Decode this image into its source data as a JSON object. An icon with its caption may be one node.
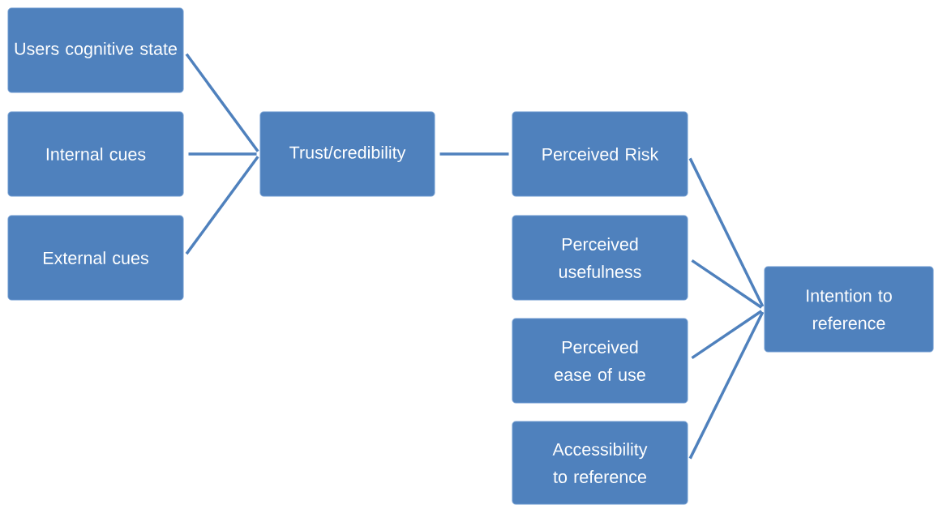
{
  "diagram": {
    "nodes": [
      {
        "text": [
          "Users cognitive state"
        ]
      },
      {
        "text": [
          "Internal cues"
        ]
      },
      {
        "text": [
          "External cues"
        ]
      },
      {
        "text": [
          "Trust/credibility"
        ]
      },
      {
        "text": [
          "Perceived Risk"
        ]
      },
      {
        "text": [
          "Perceived usefulness"
        ]
      },
      {
        "text": [
          "Perceived ease of use"
        ]
      },
      {
        "text": [
          "Accessibility to reference"
        ]
      },
      {
        "text": [
          "Intention to reference"
        ]
      }
    ],
    "edges": [
      {
        "from": 0,
        "to": 3,
        "arrow": "none"
      },
      {
        "from": 1,
        "to": 3,
        "arrow": "none"
      },
      {
        "from": 2,
        "to": 3,
        "arrow": "none"
      },
      {
        "from": 3,
        "to": 4,
        "arrow": "none"
      },
      {
        "from": 4,
        "to": 8,
        "arrow": "none"
      },
      {
        "from": 5,
        "to": 8,
        "arrow": "none"
      },
      {
        "from": 6,
        "to": 8,
        "arrow": "none"
      },
      {
        "from": 7,
        "to": 8,
        "arrow": "none"
      }
    ]
  }
}
